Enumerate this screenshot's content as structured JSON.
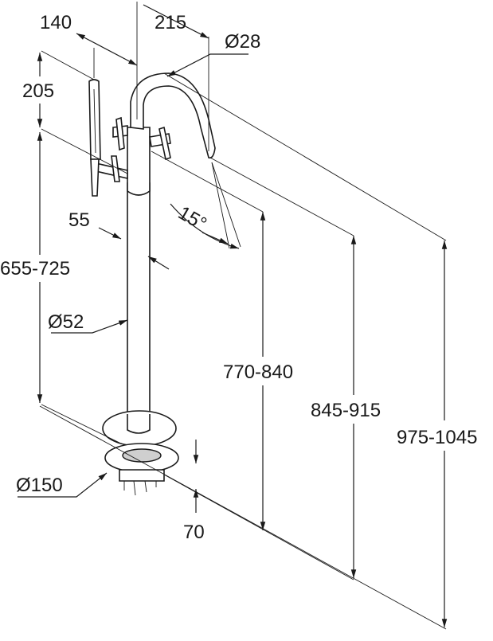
{
  "dimensions": {
    "d140": "140",
    "d215": "215",
    "d28": "Ø28",
    "d205": "205",
    "d15": "15°",
    "d55": "55",
    "d655": "655-725",
    "d52": "Ø52",
    "d770": "770-840",
    "d845": "845-915",
    "d975": "975-1045",
    "d150": "Ø150",
    "d70": "70"
  },
  "colors": {
    "ink": "#1a1a1a",
    "part_fill": "#ffffff",
    "shade": "#cfcfcf"
  }
}
